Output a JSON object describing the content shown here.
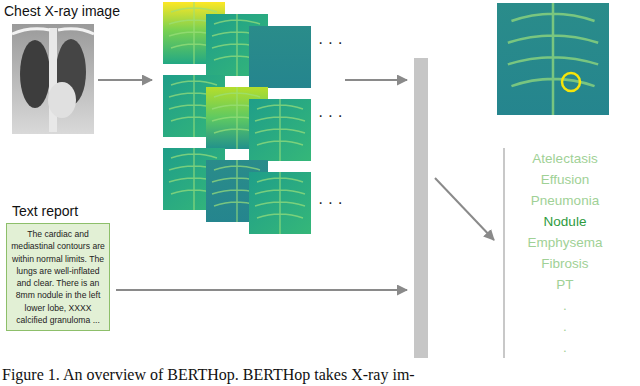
{
  "diagram": {
    "caption": "Figure 1. An overview of BERTHop. BERTHop takes X-ray im-",
    "nodes": [
      {
        "text": [
          "Chest X-ray image"
        ]
      },
      {
        "text": [
          "Text report",
          "The cardiac and mediastinal contours are within normal limits. The lungs are well-inflated and clear. There is an 8mm nodule in the left lower lobe, XXXX calcified granuloma ..."
        ]
      },
      {
        "text": [
          "Atelectasis",
          "Effusion",
          "Pneumonia",
          "Nodule",
          "Emphysema",
          "Fibrosis",
          "PT",
          ".",
          ".",
          "."
        ]
      }
    ],
    "labels": [
      "· · ·",
      "· · ·",
      "· · ·"
    ]
  }
}
